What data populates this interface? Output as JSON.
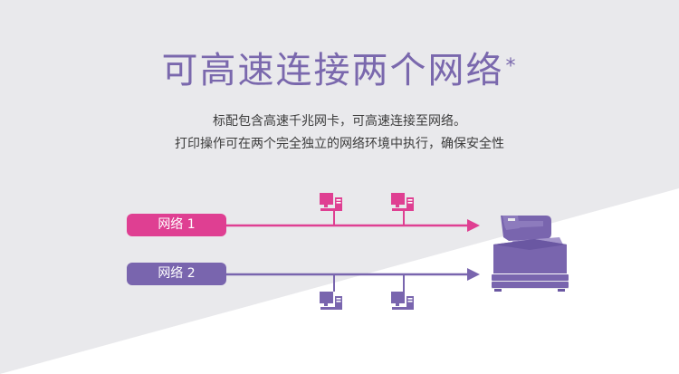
{
  "headline": {
    "title": "可高速连接两个网络",
    "asterisk": "*"
  },
  "description": {
    "line1": "标配包含高速千兆网卡，可高速连接至网络。",
    "line2": "打印操作可在两个完全独立的网络环境中执行，确保安全性"
  },
  "networks": [
    {
      "label": "网络  1",
      "color": "#df3f92"
    },
    {
      "label": "网络  2",
      "color": "#7965ae"
    }
  ],
  "colors": {
    "background": "#e9e9ec",
    "background_light": "#ffffff",
    "title": "#7a68ad",
    "network1": "#df3f92",
    "network2": "#7965ae",
    "printer": "#7965ae"
  },
  "icons": {
    "workstation": "computer-terminal-icon",
    "printer": "printer-icon"
  }
}
